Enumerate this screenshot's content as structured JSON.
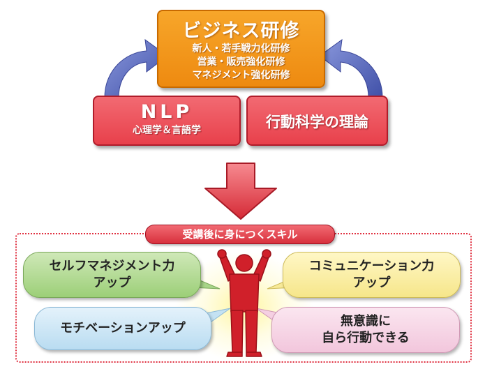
{
  "top_box": {
    "title": "ビジネス研修",
    "lines": [
      "新人・若手戦力化研修",
      "営業・販売強化研修",
      "マネジメント強化研修"
    ]
  },
  "nlp_box": {
    "title": "NLP",
    "subtitle": "心理学＆言語学"
  },
  "behavior_box": {
    "title": "行動科学の理論"
  },
  "skills": {
    "label": "受講後に身につくスキル",
    "bubbles": {
      "self_management": [
        "セルフマネジメント力",
        "アップ"
      ],
      "communication": [
        "コミュニケーション力",
        "アップ"
      ],
      "motivation": [
        "モチベーションアップ"
      ],
      "autonomous_action": [
        "無意識に",
        "自ら行動できる"
      ]
    }
  },
  "colors": {
    "orange": "#f39a1c",
    "red": "#e8404b",
    "arrow_blue": "#5060b0",
    "green_bubble": "#9ccf78",
    "yellow_bubble": "#f6e68a",
    "blue_bubble": "#b9dcf1",
    "pink_bubble": "#f2c6dc",
    "figure_red": "#d0202a"
  },
  "icons": [
    "curved-arrow-icon",
    "down-arrow-icon",
    "person-cheering-icon"
  ]
}
